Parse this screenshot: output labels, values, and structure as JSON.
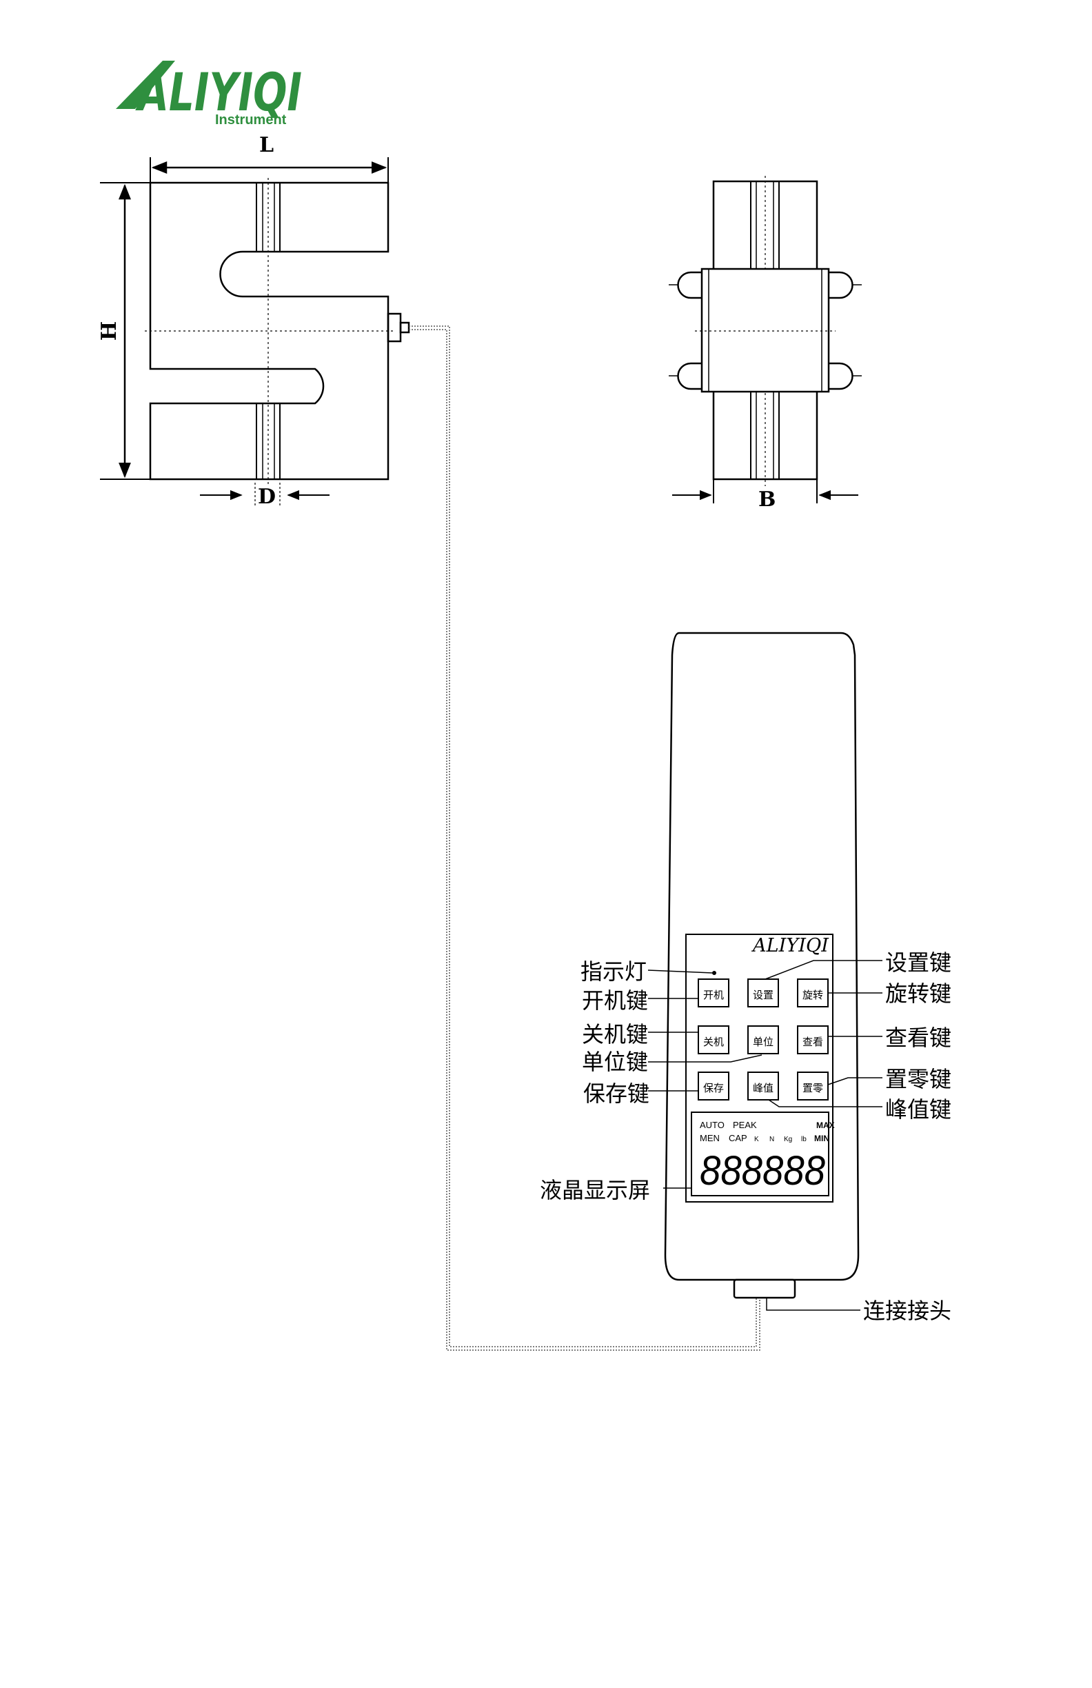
{
  "logo": {
    "main": "ALIYIQI",
    "sub": "Instrument",
    "color": "#2f8f3f"
  },
  "dimensions": {
    "L": "L",
    "H": "H",
    "D": "D",
    "B": "B"
  },
  "device": {
    "brand": "ALIYIQI",
    "buttons": {
      "power_on": "开机",
      "setting": "设置",
      "rotate": "旋转",
      "power_off": "关机",
      "unit": "单位",
      "view": "查看",
      "save": "保存",
      "peak": "峰值",
      "zero": "置零"
    },
    "lcd": {
      "auto": "AUTO",
      "peak": "PEAK",
      "max": "MAX",
      "men": "MEN",
      "cap": "CAP",
      "k": "K",
      "n": "N",
      "kg": "Kg",
      "lb": "lb",
      "min": "MIN",
      "digits": "888888"
    }
  },
  "callouts": {
    "indicator": "指示灯",
    "power_on_key": "开机键",
    "power_off_key": "关机键",
    "unit_key": "单位键",
    "save_key": "保存键",
    "lcd_screen": "液晶显示屏",
    "setting_key": "设置键",
    "rotate_key": "旋转键",
    "view_key": "查看键",
    "zero_key": "置零键",
    "peak_key": "峰值键",
    "connector": "连接接头"
  }
}
